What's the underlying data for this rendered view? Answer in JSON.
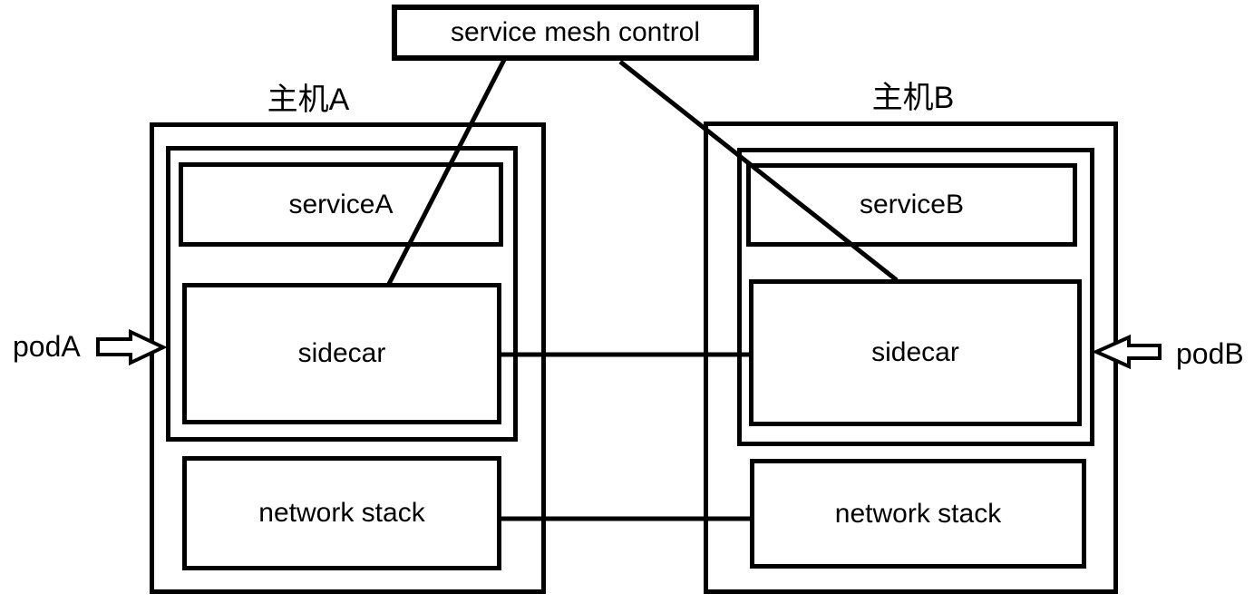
{
  "control": {
    "label": "service mesh control"
  },
  "hosts": [
    {
      "label": "主机A",
      "service_label": "serviceA",
      "sidecar_label": "sidecar",
      "network_stack_label": "network stack",
      "pod_pointer_label": "podA"
    },
    {
      "label": "主机B",
      "service_label": "serviceB",
      "sidecar_label": "sidecar",
      "network_stack_label": "network stack",
      "pod_pointer_label": "podB"
    }
  ],
  "connections": [
    "service mesh control → sidecar (主机A)",
    "service mesh control → sidecar (主机B)",
    "sidecar (主机A) — sidecar (主机B)",
    "network stack (主机A) — network stack (主机B)"
  ],
  "icons": {
    "pod_a_arrow": "right-block-arrow",
    "pod_b_arrow": "left-block-arrow"
  },
  "colors": {
    "line": "#000000",
    "text": "#000000",
    "background": "#ffffff"
  }
}
